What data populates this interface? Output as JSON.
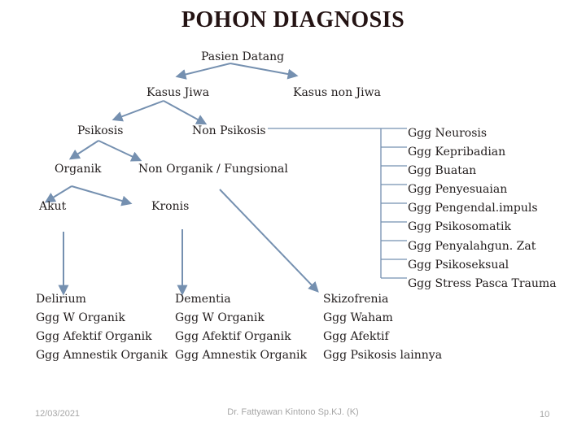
{
  "slide": {
    "title": "POHON DIAGNOSIS",
    "footer": {
      "date": "12/03/2021",
      "author": "Dr. Fattyawan Kintono Sp.KJ. (K)",
      "page_number": "10"
    }
  },
  "colors": {
    "connector_line": "#7590b0",
    "title_text": "#241313",
    "body_text": "#211c1c",
    "footer_text": "#a6a6a6",
    "background": "#ffffff"
  },
  "tree": {
    "nodes": {
      "pasien_datang": "Pasien Datang",
      "kasus_jiwa": "Kasus Jiwa",
      "kasus_non_jiwa": "Kasus non Jiwa",
      "psikosis": "Psikosis",
      "non_psikosis": "Non Psikosis",
      "organik": "Organik",
      "non_organik": "Non Organik / Fungsional",
      "akut": "Akut",
      "kronis": "Kronis"
    },
    "non_psikosis_list": [
      "Ggg Neurosis",
      "Ggg Kepribadian",
      "Ggg Buatan",
      "Ggg Penyesuaian",
      "Ggg Pengendal.impuls",
      "Ggg Psikosomatik",
      "Ggg Penyalahgun. Zat",
      "Ggg Psikoseksual",
      "Ggg Stress Pasca Trauma"
    ],
    "akut_column": [
      "Delirium",
      "Ggg W Organik",
      "Ggg Afektif Organik",
      "Ggg Amnestik Organik"
    ],
    "kronis_column": [
      "Dementia",
      "Ggg W Organik",
      "Ggg Afektif Organik",
      "Ggg Amnestik Organik"
    ],
    "fungsional_column": [
      "Skizofrenia",
      "Ggg Waham",
      "Ggg Afektif",
      "Ggg  Psikosis lainnya"
    ],
    "edges": [
      {
        "from": "pasien_datang",
        "to": "kasus_jiwa"
      },
      {
        "from": "pasien_datang",
        "to": "kasus_non_jiwa"
      },
      {
        "from": "kasus_jiwa",
        "to": "psikosis"
      },
      {
        "from": "kasus_jiwa",
        "to": "non_psikosis"
      },
      {
        "from": "non_psikosis",
        "to": "non_psikosis_list"
      },
      {
        "from": "psikosis",
        "to": "organik"
      },
      {
        "from": "psikosis",
        "to": "non_organik"
      },
      {
        "from": "organik",
        "to": "akut"
      },
      {
        "from": "organik",
        "to": "kronis"
      },
      {
        "from": "akut",
        "to": "akut_column"
      },
      {
        "from": "kronis",
        "to": "kronis_column"
      },
      {
        "from": "non_organik",
        "to": "fungsional_column"
      }
    ]
  }
}
